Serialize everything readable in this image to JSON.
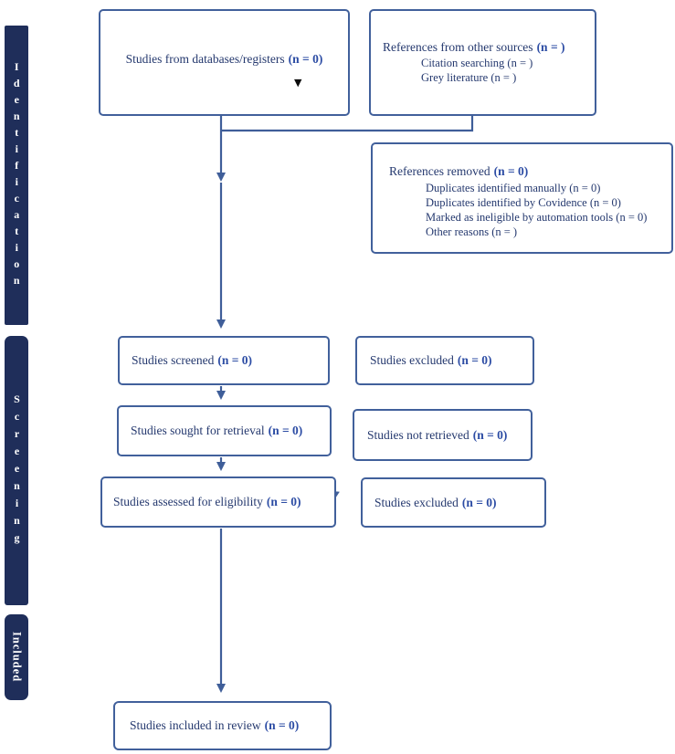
{
  "palette": {
    "stage_bar_bg": "#1f2e5a",
    "box_border": "#41609b",
    "arrow": "#3f5e99",
    "body_text": "#24386e",
    "count_text": "#2c4ca4",
    "caret": "#0c0c0c"
  },
  "sidebar": {
    "identification": "Identification",
    "screening": "Screening",
    "included": "Included"
  },
  "boxes": {
    "databases": {
      "label": "Studies from databases/registers",
      "n": "(n = 0)"
    },
    "other_sources": {
      "label": "References from other sources",
      "n": "(n = )",
      "items": [
        {
          "label": "Citation searching",
          "n": "(n = )"
        },
        {
          "label": "Grey literature",
          "n": "(n = )"
        }
      ]
    },
    "removed": {
      "label": "References removed",
      "n": "(n = 0)",
      "items": [
        {
          "label": "Duplicates identified manually",
          "n": "(n = 0)"
        },
        {
          "label": "Duplicates identified by Covidence",
          "n": "(n = 0)"
        },
        {
          "label": "Marked as ineligible by automation tools",
          "n": "(n = 0)"
        },
        {
          "label": "Other reasons",
          "n": "(n = )"
        }
      ]
    },
    "screened": {
      "label": "Studies screened",
      "n": "(n = 0)"
    },
    "excluded_screening": {
      "label": "Studies excluded",
      "n": "(n = 0)"
    },
    "sought": {
      "label": "Studies sought for retrieval",
      "n": "(n = 0)"
    },
    "not_retrieved": {
      "label": "Studies not retrieved",
      "n": "(n = 0)"
    },
    "assessed": {
      "label": "Studies assessed for eligibility",
      "n": "(n = 0)"
    },
    "excluded_eligibility": {
      "label": "Studies excluded",
      "n": "(n = 0)"
    },
    "included": {
      "label": "Studies included in review",
      "n": "(n = 0)"
    }
  },
  "icons": {
    "caret": "▼"
  }
}
